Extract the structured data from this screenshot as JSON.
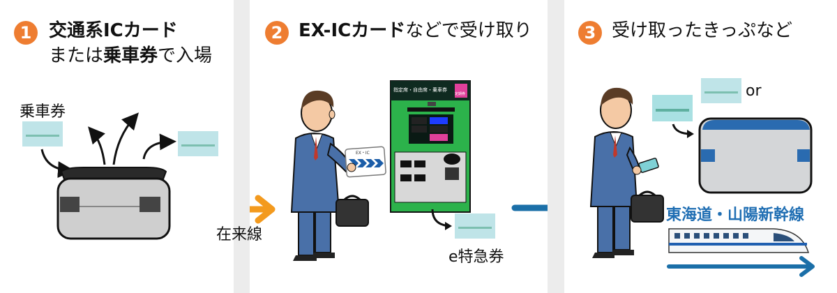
{
  "steps": [
    {
      "number": "1",
      "title_bold": "交通系ICカード",
      "title_line2_pre": "または",
      "title_line2_bold": "乗車券",
      "title_line2_post": "で入場",
      "ticket_label": "乗車券"
    },
    {
      "number": "2",
      "title_bold": "EX-ICカード",
      "title_post": "などで受け取り",
      "machine_header": "指定席・自由席・乗車券",
      "machine_tag": "定期券",
      "card_text": "EX・IC",
      "arrow_label": "在来線",
      "issued_label": "e特急券"
    },
    {
      "number": "3",
      "title": "受け取ったきっぷなど",
      "or_label": "or",
      "line_name": "東海道・山陽新幹線"
    }
  ],
  "colors": {
    "badge": "#ee7d31",
    "orange_arrow": "#f39a1e",
    "blue_arrow": "#1b6fa8",
    "machine_green": "#2cb24b",
    "line_name": "#1f6eb3"
  }
}
